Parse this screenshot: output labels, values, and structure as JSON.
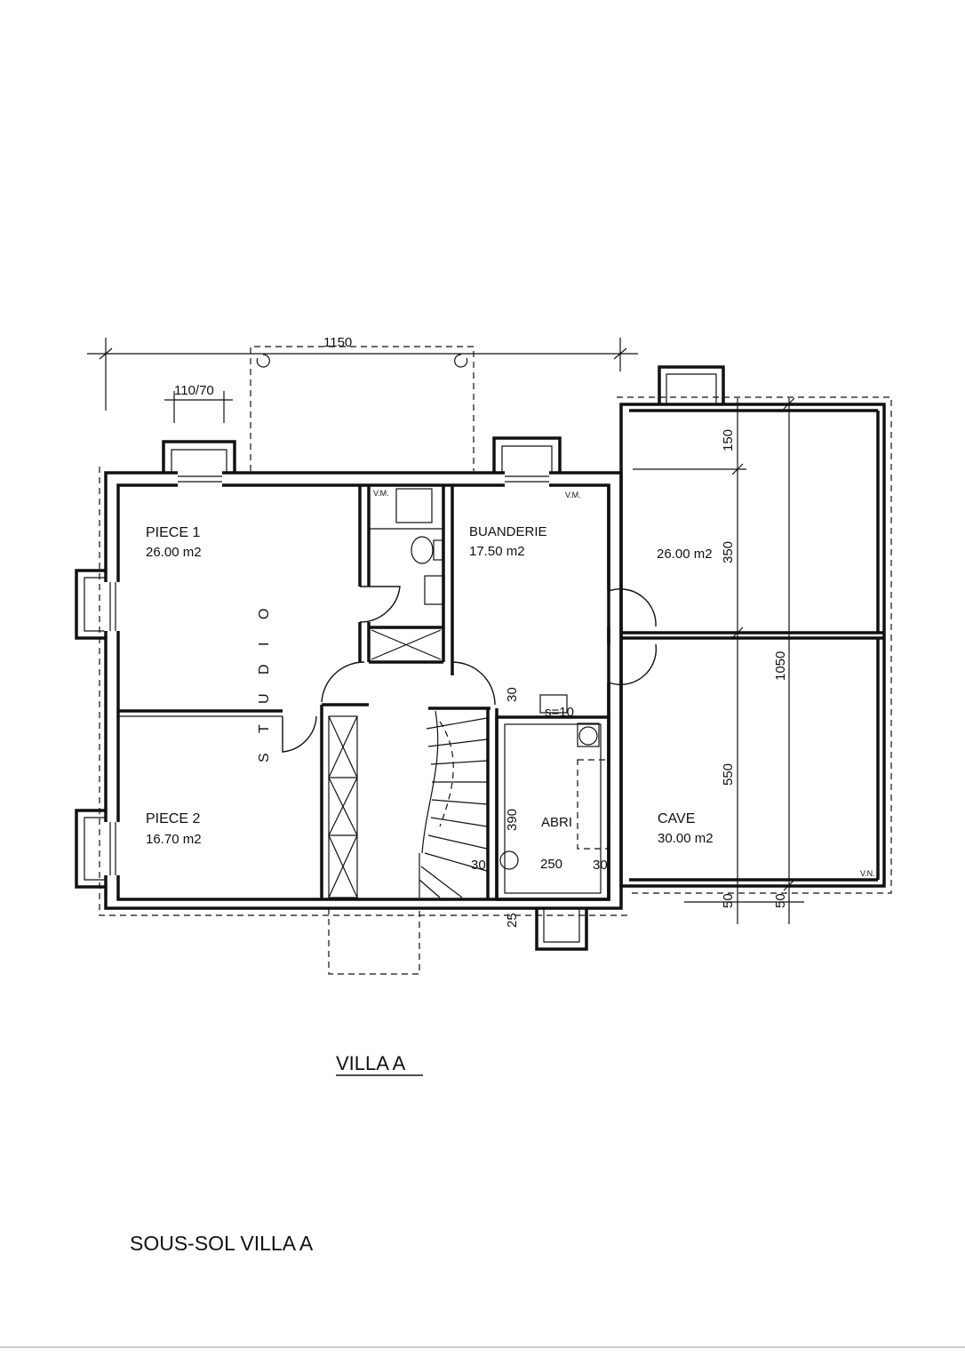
{
  "dimensions": {
    "overall_width": "1150",
    "window": "110/70",
    "d150": "150",
    "d350": "350",
    "d1050": "1050",
    "d550": "550",
    "d50a": "50",
    "d50b": "50",
    "d30_top": "30",
    "d390": "390",
    "d30_left": "30",
    "d250": "250",
    "d30_right": "30",
    "d25": "25",
    "s10": "s=10"
  },
  "rooms": {
    "piece1_name": "PIECE 1",
    "piece1_area": "26.00 m2",
    "piece2_name": "PIECE 2",
    "piece2_area": "16.70 m2",
    "buanderie_name": "BUANDERIE",
    "buanderie_area": "17.50 m2",
    "garage_area": "26.00 m2",
    "cave_name": "CAVE",
    "cave_area": "30.00 m2",
    "abri_name": "ABRI",
    "studio_letters": [
      "S",
      "T",
      "U",
      "D",
      "I",
      "O"
    ]
  },
  "marks": {
    "vm_left": "V.M.",
    "vm_right": "V.M.",
    "vn": "V.N."
  },
  "captions": {
    "villa": "VILLA A",
    "sous_sol": "SOUS-SOL VILLA A"
  }
}
